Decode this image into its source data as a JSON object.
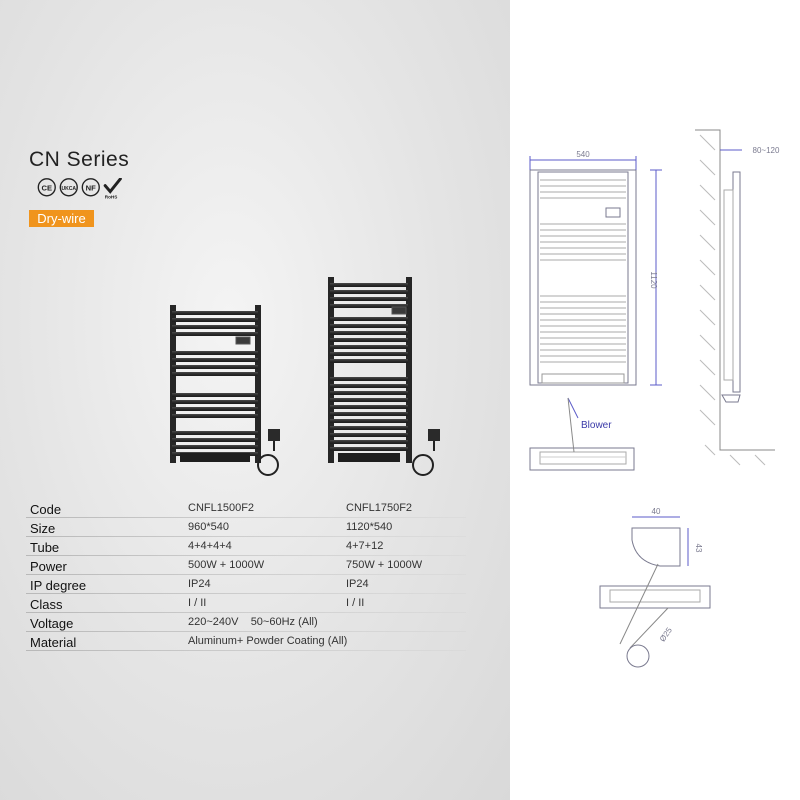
{
  "header": {
    "title": "CN Series",
    "badge": "Dry-wire"
  },
  "certifications": [
    "CE",
    "UKCA",
    "NF",
    "RoHS"
  ],
  "colors": {
    "accent": "#f0941d",
    "product": "#2a2a2a",
    "drawing": "#7a7a8f"
  },
  "specs": [
    {
      "label": "Code",
      "model1": "CNFL1500F2",
      "model2": "CNFL1750F2"
    },
    {
      "label": "Size",
      "model1": "960*540",
      "model2": "1120*540"
    },
    {
      "label": "Tube",
      "model1": "4+4+4+4",
      "model2": "4+7+12"
    },
    {
      "label": "Power",
      "model1": "500W + 1000W",
      "model2": "750W + 1000W"
    },
    {
      "label": "IP degree",
      "model1": "IP24",
      "model2": "IP24"
    },
    {
      "label": "Class",
      "model1": "I / II",
      "model2": "I / II"
    },
    {
      "label": "Voltage",
      "common": "220~240V    50~60Hz (All)"
    },
    {
      "label": "Material",
      "common": "Aluminum+ Powder Coating (All)"
    }
  ],
  "drawing": {
    "width_dim": "540",
    "height_dim": "1120",
    "depth_dim": "80~120",
    "blower_label": "Blower",
    "detail_w": "40",
    "detail_h": "43",
    "knob_dim": "Ø25"
  }
}
